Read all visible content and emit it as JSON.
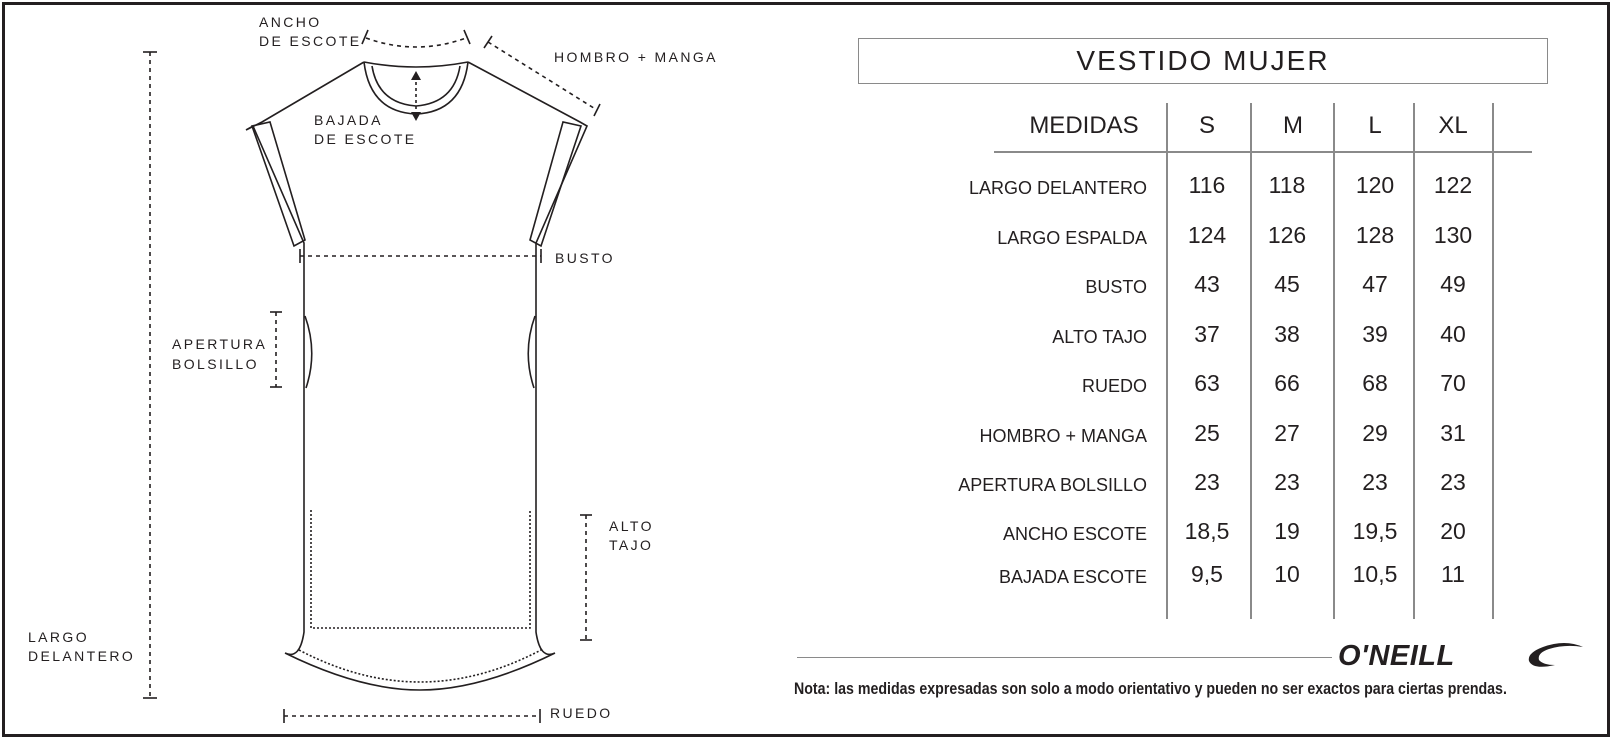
{
  "diagram": {
    "labels": {
      "ancho_escote": [
        "ANCHO",
        "DE ESCOTE"
      ],
      "hombro_manga": "HOMBRO + MANGA",
      "bajada_escote": [
        "BAJADA",
        "DE ESCOTE"
      ],
      "busto": "BUSTO",
      "apertura_bolsillo": [
        "APERTURA",
        "BOLSILLO"
      ],
      "alto_tajo": [
        "ALTO",
        "TAJO"
      ],
      "largo_delantero": [
        "LARGO",
        "DELANTERO"
      ],
      "ruedo": "RUEDO"
    },
    "line_color": "#231f20"
  },
  "table": {
    "title": "VESTIDO MUJER",
    "header_label": "MEDIDAS",
    "sizes": [
      "S",
      "M",
      "L",
      "XL"
    ],
    "rows": [
      {
        "label": "LARGO DELANTERO",
        "values": [
          "116",
          "118",
          "120",
          "122"
        ]
      },
      {
        "label": "LARGO ESPALDA",
        "values": [
          "124",
          "126",
          "128",
          "130"
        ]
      },
      {
        "label": "BUSTO",
        "values": [
          "43",
          "45",
          "47",
          "49"
        ]
      },
      {
        "label": "ALTO TAJO",
        "values": [
          "37",
          "38",
          "39",
          "40"
        ]
      },
      {
        "label": "RUEDO",
        "values": [
          "63",
          "66",
          "68",
          "70"
        ]
      },
      {
        "label": "HOMBRO + MANGA",
        "values": [
          "25",
          "27",
          "29",
          "31"
        ]
      },
      {
        "label": "APERTURA BOLSILLO",
        "values": [
          "23",
          "23",
          "23",
          "23"
        ]
      },
      {
        "label": "ANCHO ESCOTE",
        "values": [
          "18,5",
          "19",
          "19,5",
          "20"
        ]
      },
      {
        "label": "BAJADA ESCOTE",
        "values": [
          "9,5",
          "10",
          "10,5",
          "11"
        ]
      }
    ]
  },
  "brand": {
    "name": "O'NEILL",
    "logo_icon": "wave-logo-icon"
  },
  "note": "Nota: las medidas expresadas son solo a modo orientativo y pueden no ser exactos para ciertas prendas."
}
